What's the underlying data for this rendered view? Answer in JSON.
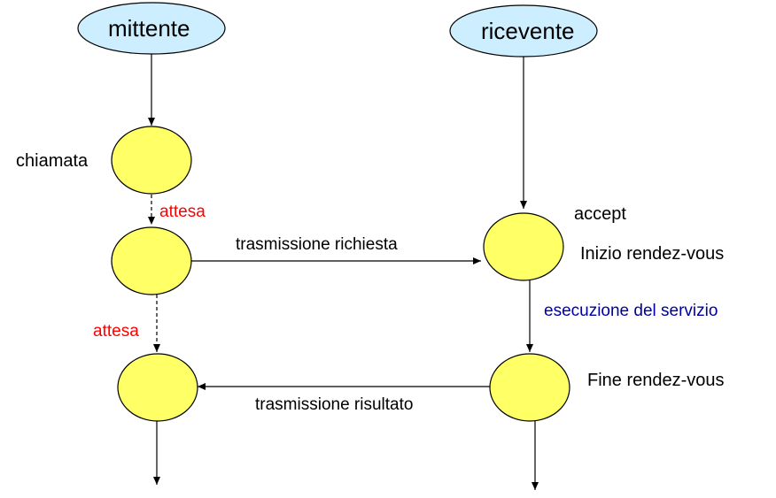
{
  "actors": {
    "sender": "mittente",
    "receiver": "ricevente"
  },
  "events": {
    "call": "chiamata",
    "accept": "accept",
    "rendezvous_start": "Inizio rendez-vous",
    "rendezvous_end": "Fine rendez-vous"
  },
  "messages": {
    "request": "trasmissione richiesta",
    "result": "trasmissione risultato"
  },
  "annotations": {
    "wait_1": "attesa",
    "wait_2": "attesa",
    "service": "esecuzione del servizio"
  },
  "colors": {
    "actor_fill": "#cceeff",
    "node_fill": "#ffff66",
    "wait_text": "#ff0000",
    "service_text": "#0000a0"
  }
}
